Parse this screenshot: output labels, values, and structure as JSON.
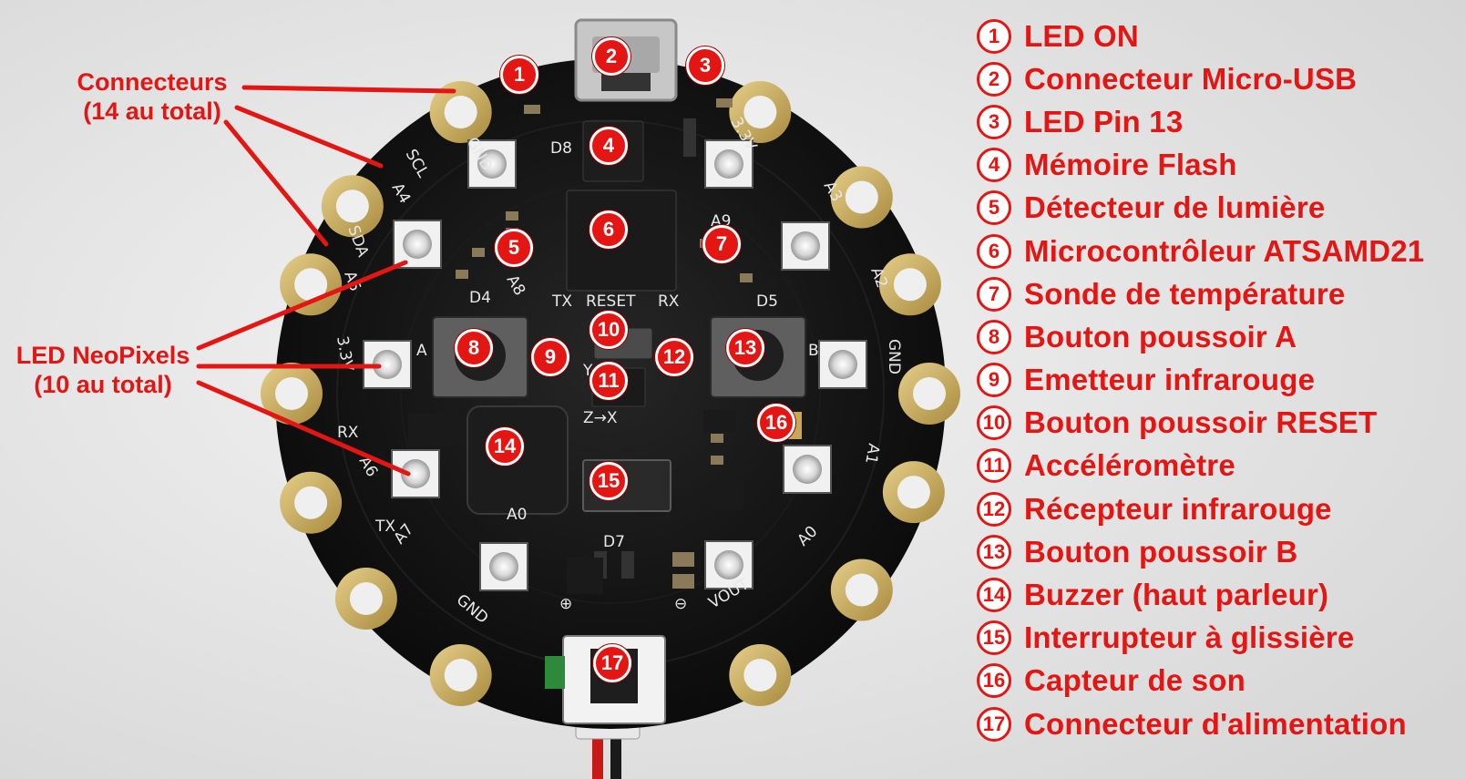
{
  "colors": {
    "accent": "#e41613",
    "board": "#111111",
    "pad_gold": "#c9a756",
    "background": "#e9e9e9"
  },
  "side_labels": {
    "connectors_line1": "Connecteurs",
    "connectors_line2": "(14 au total)",
    "neopixels_line1": "LED NeoPixels",
    "neopixels_line2": "(10 au total)"
  },
  "silkscreen": {
    "gnd_top": "GND",
    "d8": "D8",
    "scl": "SCL",
    "a4": "A4",
    "sda": "SDA",
    "a5": "A5",
    "v33_left": "3.3V",
    "rx_left": "RX",
    "a6": "A6",
    "tx_left": "TX",
    "a7": "A7",
    "gnd_bottom": "GND",
    "v33_top": "3.3V",
    "a3": "A3",
    "a9": "A9",
    "a2": "A2",
    "a8": "A8",
    "d4": "D4",
    "tx": "TX",
    "reset": "RESET",
    "rx": "RX",
    "d5": "D5",
    "a": "A",
    "b": "B",
    "gnd_right": "GND",
    "a1": "A1",
    "a0_right": "A0",
    "a0_left": "A0",
    "d7": "D7",
    "vout": "VOUT",
    "y": "Y",
    "zx": "Z→X",
    "plus": "⊕",
    "minus": "⊖"
  },
  "callouts": [
    "1",
    "2",
    "3",
    "4",
    "5",
    "6",
    "7",
    "8",
    "9",
    "10",
    "11",
    "12",
    "13",
    "14",
    "15",
    "16",
    "17"
  ],
  "legend": [
    {
      "num": "1",
      "label": "LED ON"
    },
    {
      "num": "2",
      "label": "Connecteur Micro-USB"
    },
    {
      "num": "3",
      "label": "LED Pin 13"
    },
    {
      "num": "4",
      "label": "Mémoire Flash"
    },
    {
      "num": "5",
      "label": "Détecteur de lumière"
    },
    {
      "num": "6",
      "label": "Microcontrôleur ATSAMD21"
    },
    {
      "num": "7",
      "label": "Sonde de température"
    },
    {
      "num": "8",
      "label": "Bouton poussoir A"
    },
    {
      "num": "9",
      "label": "Emetteur infrarouge"
    },
    {
      "num": "10",
      "label": "Bouton poussoir RESET"
    },
    {
      "num": "11",
      "label": "Accéléromètre"
    },
    {
      "num": "12",
      "label": "Récepteur infrarouge"
    },
    {
      "num": "13",
      "label": "Bouton poussoir B"
    },
    {
      "num": "14",
      "label": "Buzzer (haut parleur)"
    },
    {
      "num": "15",
      "label": "Interrupteur à glissière"
    },
    {
      "num": "16",
      "label": "Capteur de son"
    },
    {
      "num": "17",
      "label": "Connecteur d'alimentation"
    }
  ]
}
